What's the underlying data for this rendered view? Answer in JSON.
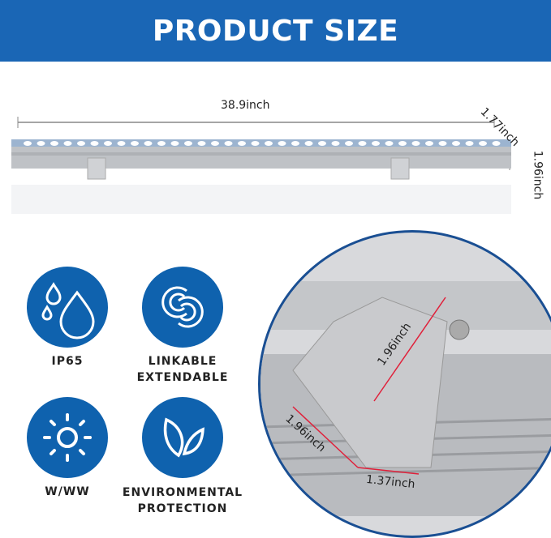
{
  "header": {
    "title": "PRODUCT SIZE"
  },
  "dimensions": {
    "length": "38.9inch",
    "depth": "1.77inch",
    "height": "1.96inch"
  },
  "detail": {
    "bracket_height": "1.96inch",
    "bracket_length": "1.96inch",
    "bracket_width": "1.37inch"
  },
  "features": [
    {
      "label": "IP65",
      "icon": "water-drops-icon"
    },
    {
      "label": "LINKABLE\nEXTENDABLE",
      "icon": "link-icon"
    },
    {
      "label": "W/WW",
      "icon": "sun-icon"
    },
    {
      "label": "ENVIRONMENTAL\nPROTECTION",
      "icon": "leaf-icon"
    }
  ],
  "colors": {
    "accent": "#1a66b5",
    "icon_bg": "#0f62ae"
  }
}
